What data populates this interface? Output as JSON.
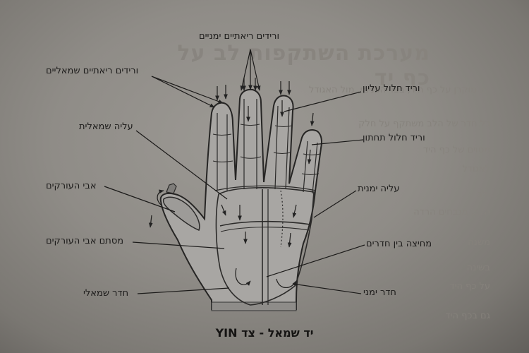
{
  "diagram": {
    "caption": "יד שמאל - צד YIN",
    "labels": {
      "right_pulmonary_veins": "ורידים ריאתיים ימניים",
      "left_pulmonary_veins": "ורידים ריאתיים שמאליים",
      "superior_vena_cava": "וריד חלול עליון",
      "inferior_vena_cava": "וריד חלול תחתון",
      "left_atrium": "עליה שמאלית",
      "right_atrium": "עליה ימנית",
      "aorta_arch": "אבי העורקים",
      "aortic_valve": "מסתם אבי העורקים",
      "septum": "מחיצה בין חדרים",
      "left_ventricle": "חדר שמאלי",
      "right_ventricle": "חדר ימני"
    },
    "background_page": {
      "title": "מערכת השתקפות לב על כף יד",
      "lines": [
        "לב מוקרן על כף היד, בצד הפנימי, מול האגודל",
        "כל חדר של הלב משתקף על חלק",
        "מסוים של כף היד",
        "לאגודל",
        "ולב",
        "הלב, מנבחים הרדה",
        "משנה",
        "בשינה",
        "על כף היד",
        "גם בכף היד"
      ]
    }
  }
}
